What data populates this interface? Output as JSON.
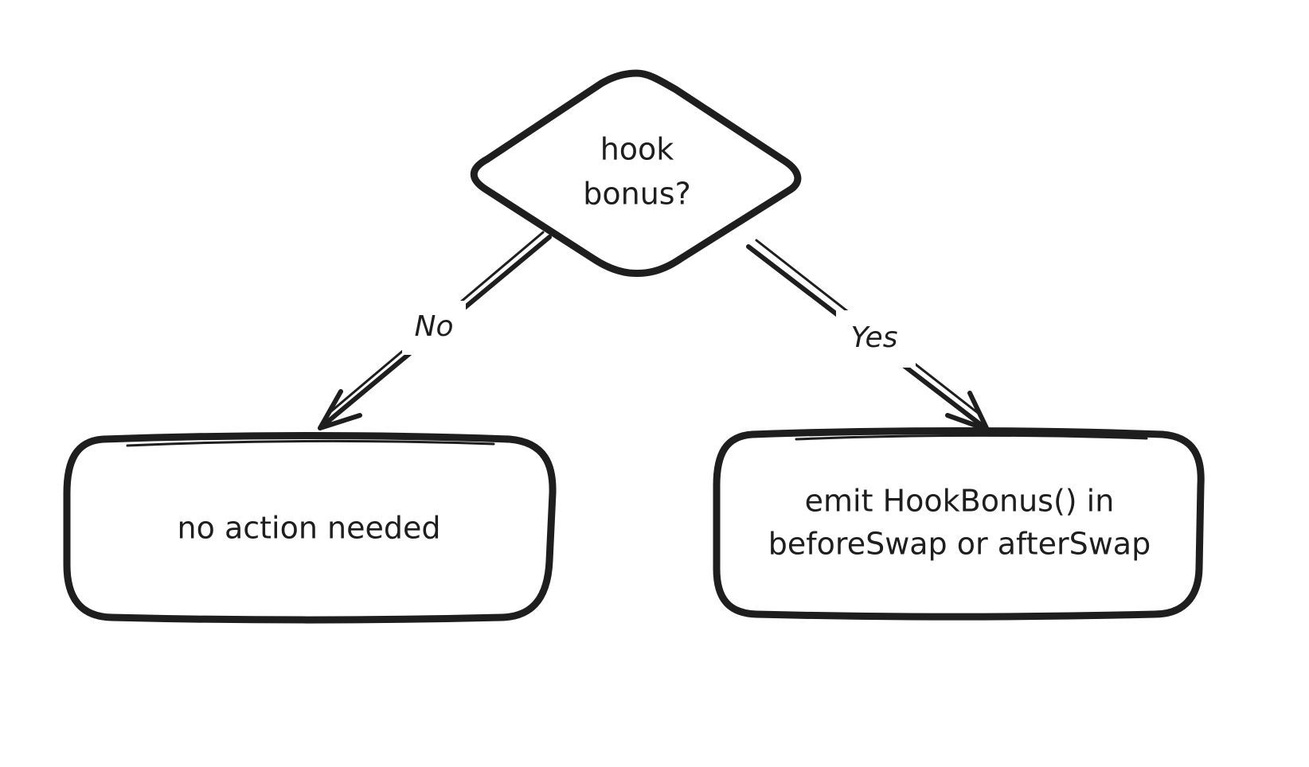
{
  "diagram": {
    "decision": {
      "lines": [
        "hook",
        "bonus?"
      ]
    },
    "edges": {
      "no_label": "No",
      "yes_label": "Yes"
    },
    "nodes": {
      "left": {
        "lines": [
          "no action needed"
        ]
      },
      "right": {
        "lines": [
          "emit HookBonus() in",
          "beforeSwap or afterSwap"
        ]
      }
    }
  }
}
